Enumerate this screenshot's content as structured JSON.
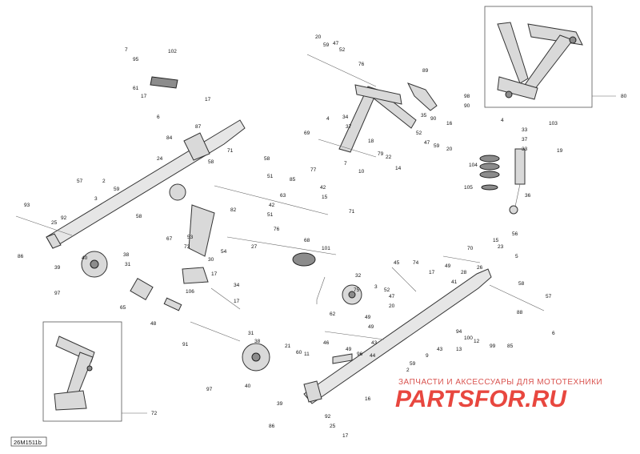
{
  "diagram_code": "26M1511b",
  "watermark": {
    "subtitle": "ЗАПЧАСТИ И АКСЕССУАРЫ ДЛЯ МОТОТЕХНИКИ",
    "logo_text": "PARTSFOR.RU"
  },
  "inset_top_right_label": "80",
  "inset_bottom_left_label": "72",
  "callouts": [
    {
      "id": "c95",
      "text": "95"
    },
    {
      "id": "c7a",
      "text": "7"
    },
    {
      "id": "c102",
      "text": "102"
    },
    {
      "id": "c61",
      "text": "61"
    },
    {
      "id": "c17a",
      "text": "17"
    },
    {
      "id": "c20a",
      "text": "20"
    },
    {
      "id": "c59a",
      "text": "59"
    },
    {
      "id": "c47a",
      "text": "47"
    },
    {
      "id": "c52a",
      "text": "52"
    },
    {
      "id": "c76a",
      "text": "76"
    },
    {
      "id": "c89",
      "text": "89"
    },
    {
      "id": "c98",
      "text": "98"
    },
    {
      "id": "c90a",
      "text": "90"
    },
    {
      "id": "c90b",
      "text": "90"
    },
    {
      "id": "c35",
      "text": "35"
    },
    {
      "id": "c52b",
      "text": "52"
    },
    {
      "id": "c16a",
      "text": "16"
    },
    {
      "id": "c47b",
      "text": "47"
    },
    {
      "id": "c59b",
      "text": "59"
    },
    {
      "id": "c20b",
      "text": "20"
    },
    {
      "id": "c6a",
      "text": "6"
    },
    {
      "id": "c87",
      "text": "87"
    },
    {
      "id": "c17b",
      "text": "17"
    },
    {
      "id": "c84",
      "text": "84"
    },
    {
      "id": "c24a",
      "text": "24"
    },
    {
      "id": "c4a",
      "text": "4"
    },
    {
      "id": "c34a",
      "text": "34"
    },
    {
      "id": "c37a",
      "text": "37"
    },
    {
      "id": "c69a",
      "text": "69"
    },
    {
      "id": "c18",
      "text": "18"
    },
    {
      "id": "c79",
      "text": "79"
    },
    {
      "id": "c22",
      "text": "22"
    },
    {
      "id": "c10",
      "text": "10"
    },
    {
      "id": "c14",
      "text": "14"
    },
    {
      "id": "c7b",
      "text": "7"
    },
    {
      "id": "c4b",
      "text": "4"
    },
    {
      "id": "c33a",
      "text": "33"
    },
    {
      "id": "c37b",
      "text": "37"
    },
    {
      "id": "c103",
      "text": "103"
    },
    {
      "id": "c33b",
      "text": "33"
    },
    {
      "id": "c19",
      "text": "19"
    },
    {
      "id": "c104",
      "text": "104"
    },
    {
      "id": "c105",
      "text": "105"
    },
    {
      "id": "c36",
      "text": "36"
    },
    {
      "id": "c58a",
      "text": "58"
    },
    {
      "id": "c71a",
      "text": "71"
    },
    {
      "id": "c58b",
      "text": "58"
    },
    {
      "id": "c51a",
      "text": "51"
    },
    {
      "id": "c85",
      "text": "85"
    },
    {
      "id": "c77",
      "text": "77"
    },
    {
      "id": "c63",
      "text": "63"
    },
    {
      "id": "c42a",
      "text": "42"
    },
    {
      "id": "c15a",
      "text": "15"
    },
    {
      "id": "c42b",
      "text": "42"
    },
    {
      "id": "c51b",
      "text": "51"
    },
    {
      "id": "c71b",
      "text": "71"
    },
    {
      "id": "c82",
      "text": "82"
    },
    {
      "id": "c57a",
      "text": "57"
    },
    {
      "id": "c2a",
      "text": "2"
    },
    {
      "id": "c59c",
      "text": "59"
    },
    {
      "id": "c3a",
      "text": "3"
    },
    {
      "id": "c93",
      "text": "93"
    },
    {
      "id": "c25a",
      "text": "25"
    },
    {
      "id": "c92a",
      "text": "92"
    },
    {
      "id": "c58c",
      "text": "58"
    },
    {
      "id": "c86a",
      "text": "86"
    },
    {
      "id": "c39a",
      "text": "39"
    },
    {
      "id": "c40a",
      "text": "40"
    },
    {
      "id": "c38a",
      "text": "38"
    },
    {
      "id": "c31a",
      "text": "31"
    },
    {
      "id": "c97a",
      "text": "97"
    },
    {
      "id": "c67",
      "text": "67"
    },
    {
      "id": "c73",
      "text": "73"
    },
    {
      "id": "c53",
      "text": "53"
    },
    {
      "id": "c76b",
      "text": "76"
    },
    {
      "id": "c27a",
      "text": "27"
    },
    {
      "id": "c54",
      "text": "54"
    },
    {
      "id": "c68",
      "text": "68"
    },
    {
      "id": "c101",
      "text": "101"
    },
    {
      "id": "c30",
      "text": "30"
    },
    {
      "id": "c17c",
      "text": "17"
    },
    {
      "id": "c106",
      "text": "106"
    },
    {
      "id": "c34b",
      "text": "34"
    },
    {
      "id": "c17d",
      "text": "17"
    },
    {
      "id": "c65",
      "text": "65"
    },
    {
      "id": "c48",
      "text": "48"
    },
    {
      "id": "c91",
      "text": "91"
    },
    {
      "id": "c31b",
      "text": "31"
    },
    {
      "id": "c38b",
      "text": "38"
    },
    {
      "id": "c97b",
      "text": "97"
    },
    {
      "id": "c40b",
      "text": "40"
    },
    {
      "id": "c21",
      "text": "21"
    },
    {
      "id": "c60",
      "text": "60"
    },
    {
      "id": "c39b",
      "text": "39"
    },
    {
      "id": "c86b",
      "text": "86"
    },
    {
      "id": "c45",
      "text": "45"
    },
    {
      "id": "c74",
      "text": "74"
    },
    {
      "id": "c32",
      "text": "32"
    },
    {
      "id": "c75",
      "text": "75"
    },
    {
      "id": "c3b",
      "text": "3"
    },
    {
      "id": "c52c",
      "text": "52"
    },
    {
      "id": "c47c",
      "text": "47"
    },
    {
      "id": "c20c",
      "text": "20"
    },
    {
      "id": "c62",
      "text": "62"
    },
    {
      "id": "c49a",
      "text": "49"
    },
    {
      "id": "c49b",
      "text": "49"
    },
    {
      "id": "c46",
      "text": "46"
    },
    {
      "id": "c43a",
      "text": "43"
    },
    {
      "id": "c49c",
      "text": "49"
    },
    {
      "id": "c96",
      "text": "96"
    },
    {
      "id": "c44",
      "text": "44"
    },
    {
      "id": "c59d",
      "text": "59"
    },
    {
      "id": "c2b",
      "text": "2"
    },
    {
      "id": "c16b",
      "text": "16"
    },
    {
      "id": "c92b",
      "text": "92"
    },
    {
      "id": "c25b",
      "text": "25"
    },
    {
      "id": "c17e",
      "text": "17"
    },
    {
      "id": "c70",
      "text": "70"
    },
    {
      "id": "c15b",
      "text": "15"
    },
    {
      "id": "c23",
      "text": "23"
    },
    {
      "id": "c56",
      "text": "56"
    },
    {
      "id": "c5",
      "text": "5"
    },
    {
      "id": "c49d",
      "text": "49"
    },
    {
      "id": "c41",
      "text": "41"
    },
    {
      "id": "c28",
      "text": "28"
    },
    {
      "id": "c26",
      "text": "26"
    },
    {
      "id": "c17f",
      "text": "17"
    },
    {
      "id": "c58d",
      "text": "58"
    },
    {
      "id": "c57b",
      "text": "57"
    },
    {
      "id": "c88",
      "text": "88"
    },
    {
      "id": "c94",
      "text": "94"
    },
    {
      "id": "c100",
      "text": "100"
    },
    {
      "id": "c12",
      "text": "12"
    },
    {
      "id": "c11",
      "text": "11"
    },
    {
      "id": "c99",
      "text": "99"
    },
    {
      "id": "c13",
      "text": "13"
    },
    {
      "id": "c85b",
      "text": "85"
    },
    {
      "id": "c6b",
      "text": "6"
    },
    {
      "id": "c43b",
      "text": "43"
    },
    {
      "id": "c9",
      "text": "9"
    }
  ]
}
